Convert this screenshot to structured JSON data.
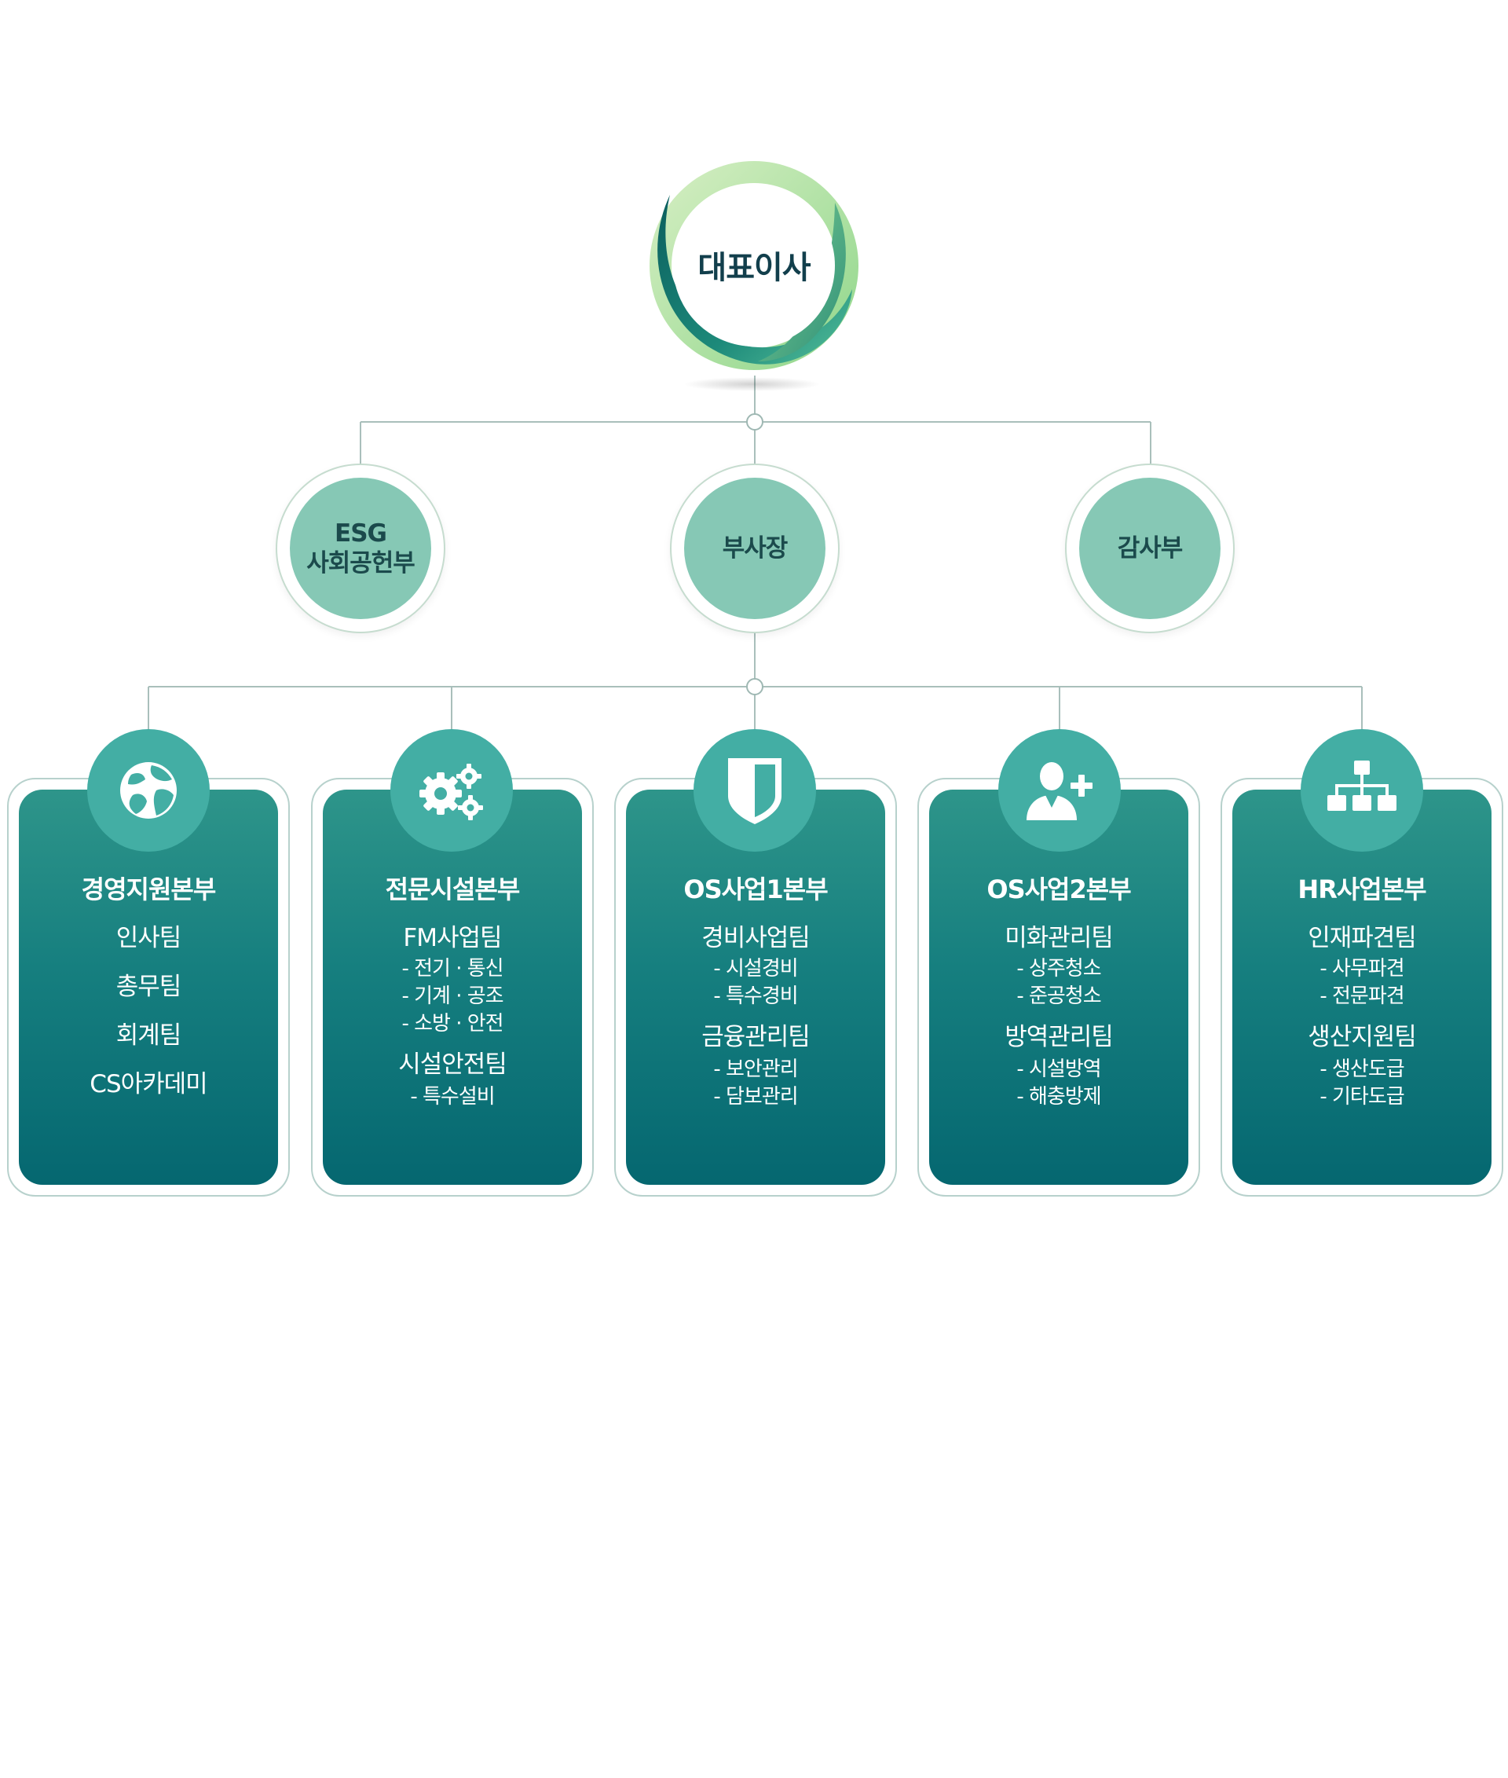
{
  "ceo": {
    "label": "대표이사"
  },
  "mid_level": [
    {
      "line1": "ESG",
      "line2": "사회공헌부"
    },
    {
      "line1": "부사장"
    },
    {
      "line1": "감사부"
    }
  ],
  "divisions": [
    {
      "icon": "globe-icon",
      "title": "경영지원본부",
      "teams": [
        {
          "name": "인사팀",
          "items": []
        },
        {
          "name": "총무팀",
          "items": []
        },
        {
          "name": "회계팀",
          "items": []
        },
        {
          "name": "CS아카데미",
          "items": []
        }
      ]
    },
    {
      "icon": "gears-icon",
      "title": "전문시설본부",
      "teams": [
        {
          "name": "FM사업팀",
          "items": [
            "- 전기 · 통신",
            "- 기계 · 공조",
            "- 소방 · 안전"
          ]
        },
        {
          "name": "시설안전팀",
          "items": [
            "- 특수설비"
          ]
        }
      ]
    },
    {
      "icon": "shield-icon",
      "title": "OS사업1본부",
      "teams": [
        {
          "name": "경비사업팀",
          "items": [
            "- 시설경비",
            "- 특수경비"
          ]
        },
        {
          "name": "금융관리팀",
          "items": [
            "- 보안관리",
            "- 담보관리"
          ]
        }
      ]
    },
    {
      "icon": "add-user-icon",
      "title": "OS사업2본부",
      "teams": [
        {
          "name": "미화관리팀",
          "items": [
            "- 상주청소",
            "- 준공청소"
          ]
        },
        {
          "name": "방역관리팀",
          "items": [
            "- 시설방역",
            "- 해충방제"
          ]
        }
      ]
    },
    {
      "icon": "org-chart-icon",
      "title": "HR사업본부",
      "teams": [
        {
          "name": "인재파견팀",
          "items": [
            "- 사무파견",
            "- 전문파견"
          ]
        },
        {
          "name": "생산지원팀",
          "items": [
            "- 생산도급",
            "- 기타도급"
          ]
        }
      ]
    }
  ]
}
